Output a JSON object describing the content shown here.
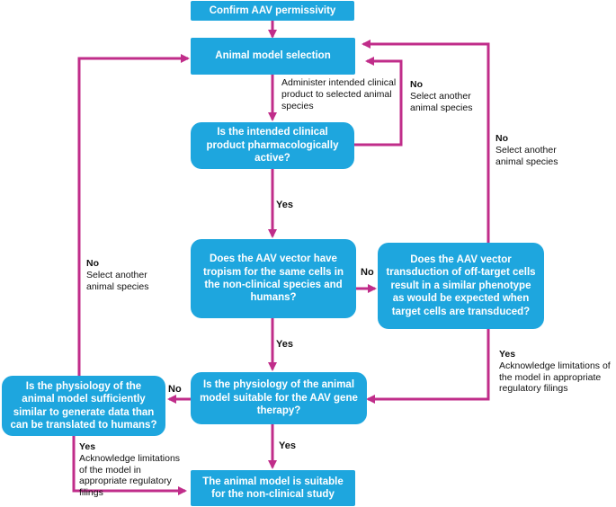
{
  "colors": {
    "box": "#1ea6de",
    "arrow": "#c02d8a",
    "text_on_box": "#ffffff"
  },
  "boxes": {
    "confirm": "Confirm AAV permissivity",
    "selection": "Animal model selection",
    "active": "Is the intended clinical product pharmacologically active?",
    "tropism": "Does the AAV vector have tropism for the same cells in the non-clinical species and humans?",
    "offtarget": "Does the AAV vector transduction of off-target cells result in a similar phenotype as would be expected when target cells are transduced?",
    "suitable_q": "Is the physiology of the animal model suitable for the AAV gene therapy?",
    "similar_q": "Is the physiology of the animal model sufficiently similar to generate data than can be translated to humans?",
    "final": "The animal model is suitable for the non-clinical study"
  },
  "labels": {
    "administer": "Administer intended clinical product to selected animal species",
    "no_active": {
      "title": "No",
      "text": "Select another animal species"
    },
    "no_offtarget": {
      "title": "No",
      "text": "Select another animal species"
    },
    "no_similar": {
      "title": "No",
      "text": "Select another animal species"
    },
    "yes_tropism_edge": "Yes",
    "no_tropism_edge": "No",
    "yes_tropism_suitable": "Yes",
    "yes_offtarget": {
      "title": "Yes",
      "text": "Acknowledge limitations of the model in appropriate regulatory filings"
    },
    "no_suitable_edge": "No",
    "yes_suitable": "Yes",
    "yes_similar": {
      "title": "Yes",
      "text": "Acknowledge limitations of the model in appropriate regulatory filings"
    }
  }
}
